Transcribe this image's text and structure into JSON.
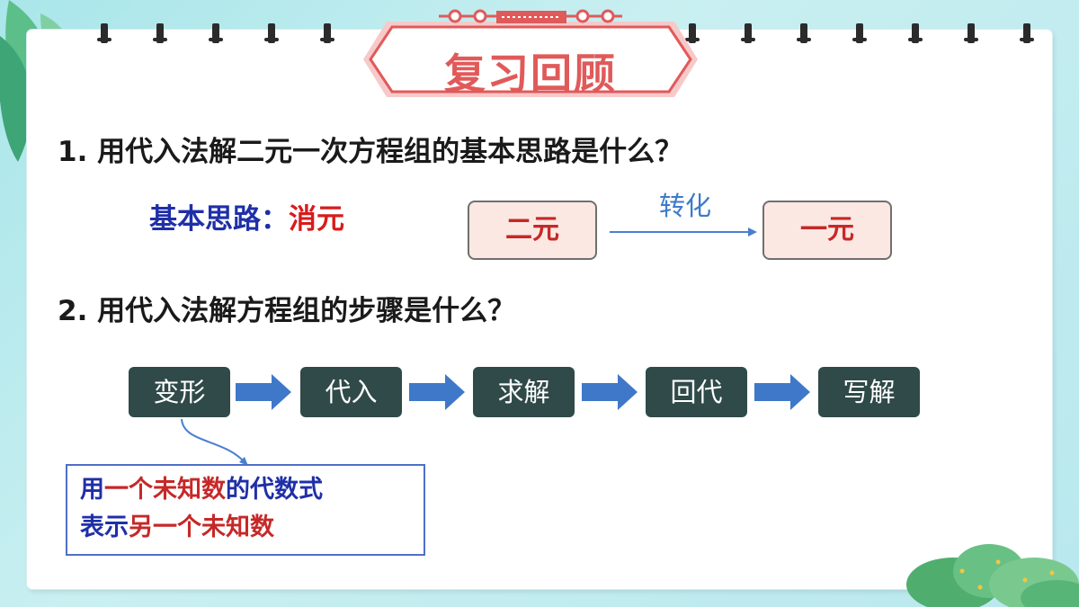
{
  "title": "复习回顾",
  "q1": "1. 用代入法解二元一次方程组的基本思路是什么？",
  "basic": {
    "label": "基本思路：",
    "value": "消元"
  },
  "convert": {
    "from": "二元",
    "label": "转化",
    "to": "一元"
  },
  "q2": "2. 用代入法解方程组的步骤是什么？",
  "steps": [
    "变形",
    "代入",
    "求解",
    "回代",
    "写解"
  ],
  "note": {
    "line1": [
      "用",
      "一个未知数",
      "的代数式"
    ],
    "line2": [
      "表示",
      "另一个未知数"
    ]
  },
  "colors": {
    "title": "#e05a5a",
    "blue": "#1f2fa8",
    "red": "#c62828",
    "step_bg": "#2f4a48",
    "arrow": "#3f78c8"
  }
}
